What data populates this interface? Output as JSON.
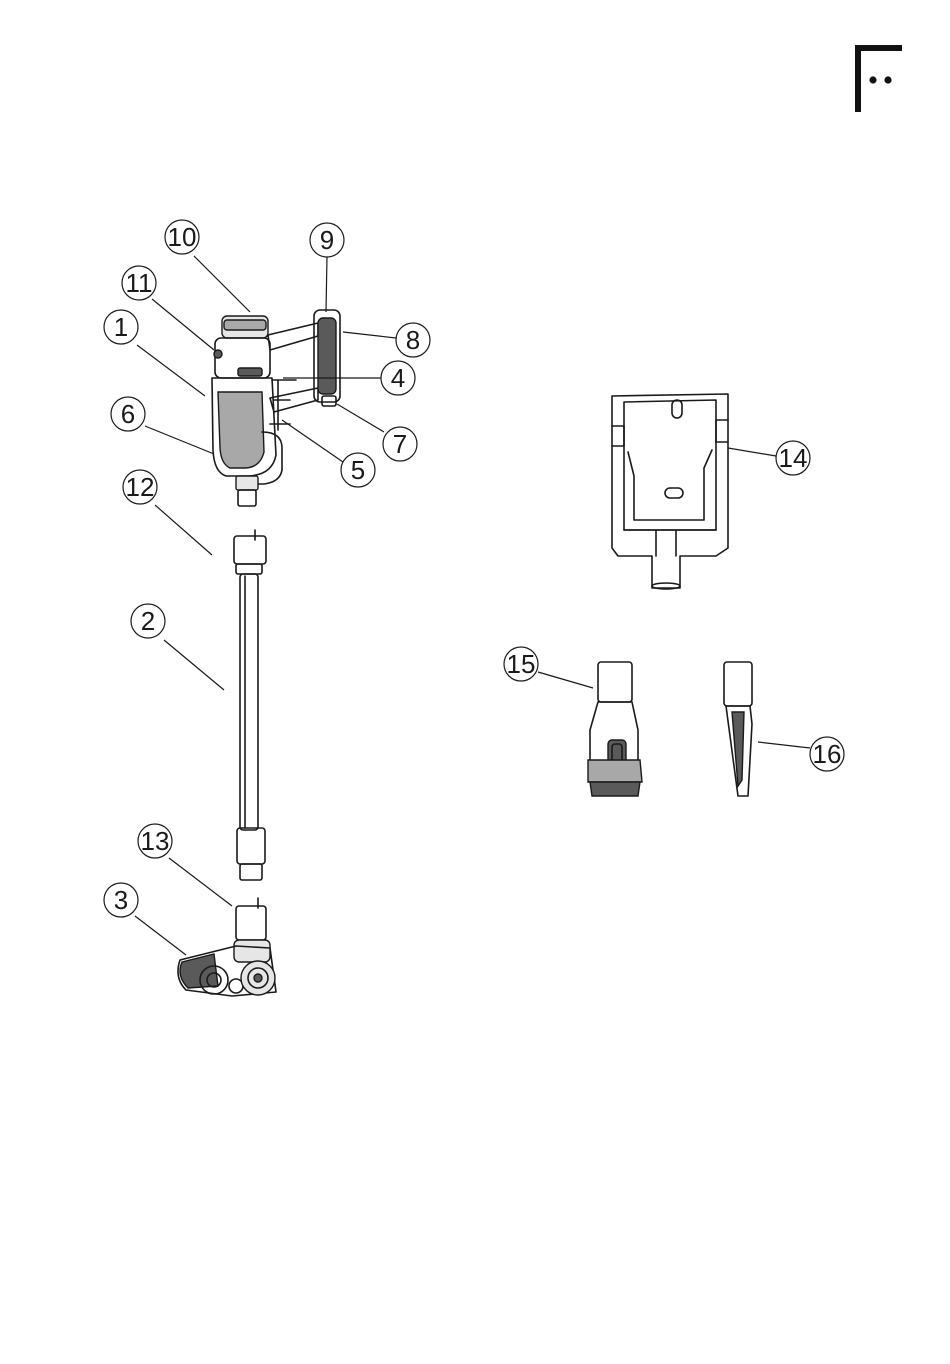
{
  "callouts": [
    {
      "id": "1",
      "label": "1"
    },
    {
      "id": "2",
      "label": "2"
    },
    {
      "id": "3",
      "label": "3"
    },
    {
      "id": "4",
      "label": "4"
    },
    {
      "id": "5",
      "label": "5"
    },
    {
      "id": "6",
      "label": "6"
    },
    {
      "id": "7",
      "label": "7"
    },
    {
      "id": "8",
      "label": "8"
    },
    {
      "id": "9",
      "label": "9"
    },
    {
      "id": "10",
      "label": "10"
    },
    {
      "id": "11",
      "label": "11"
    },
    {
      "id": "12",
      "label": "12"
    },
    {
      "id": "13",
      "label": "13"
    },
    {
      "id": "14",
      "label": "14"
    },
    {
      "id": "15",
      "label": "15"
    },
    {
      "id": "16",
      "label": "16"
    }
  ],
  "icons": {
    "brand": "brand-logo-icon"
  },
  "colors": {
    "ink": "#1a1a1a",
    "background": "#ffffff",
    "dark_fill": "#5a5a5a",
    "mid_fill": "#a8a8a8"
  }
}
